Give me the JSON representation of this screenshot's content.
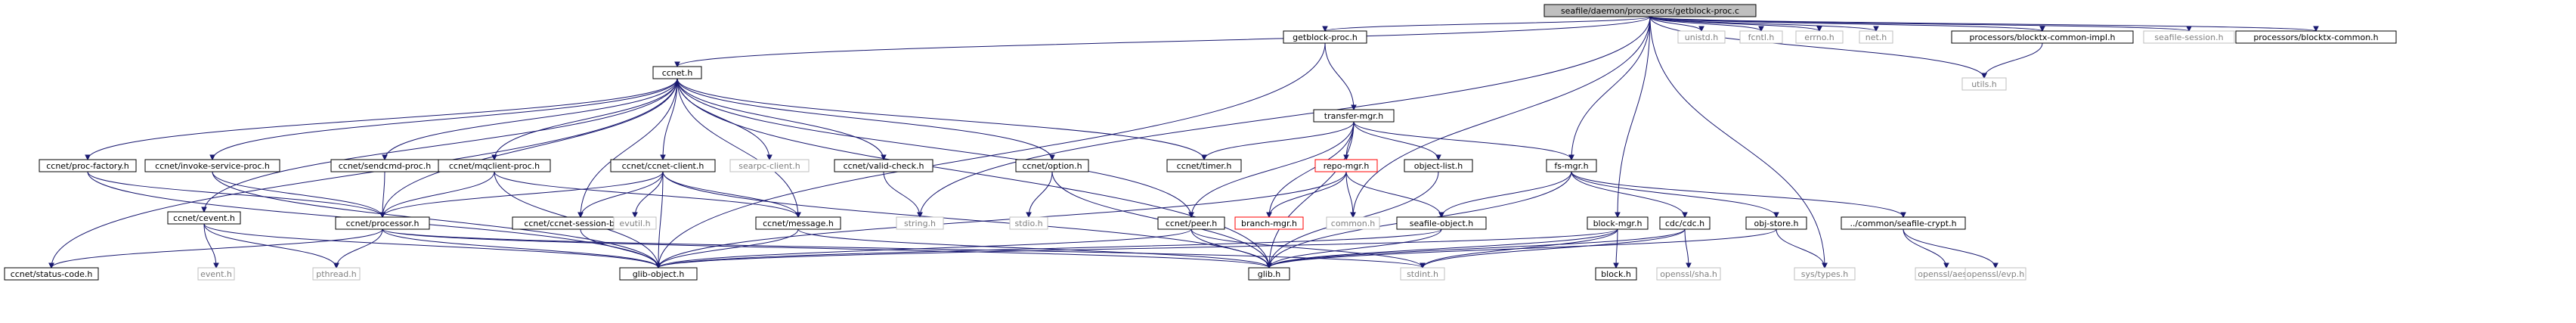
{
  "nodes": [
    {
      "id": "root",
      "label": "seafile/daemon/processors/getblock-proc.c",
      "style": "root"
    },
    {
      "id": "getblock_h",
      "label": "getblock-proc.h",
      "style": "normal"
    },
    {
      "id": "unistd",
      "label": "unistd.h",
      "style": "gray"
    },
    {
      "id": "fcntl",
      "label": "fcntl.h",
      "style": "gray"
    },
    {
      "id": "errno",
      "label": "errno.h",
      "style": "gray"
    },
    {
      "id": "net",
      "label": "net.h",
      "style": "gray"
    },
    {
      "id": "blocktx_impl",
      "label": "processors/blocktx-common-impl.h",
      "style": "normal"
    },
    {
      "id": "seafile_session",
      "label": "seafile-session.h",
      "style": "gray"
    },
    {
      "id": "blocktx_common",
      "label": "processors/blocktx-common.h",
      "style": "normal"
    },
    {
      "id": "utils",
      "label": "utils.h",
      "style": "gray"
    },
    {
      "id": "ccnet",
      "label": "ccnet.h",
      "style": "normal"
    },
    {
      "id": "transfer_mgr",
      "label": "transfer-mgr.h",
      "style": "normal"
    },
    {
      "id": "ccnet_timer",
      "label": "ccnet/timer.h",
      "style": "normal"
    },
    {
      "id": "repo_mgr",
      "label": "repo-mgr.h",
      "style": "red"
    },
    {
      "id": "object_list",
      "label": "object-list.h",
      "style": "normal"
    },
    {
      "id": "fs_mgr",
      "label": "fs-mgr.h",
      "style": "normal"
    },
    {
      "id": "proc_factory",
      "label": "ccnet/proc-factory.h",
      "style": "normal"
    },
    {
      "id": "invoke_proc",
      "label": "ccnet/invoke-service-proc.h",
      "style": "normal"
    },
    {
      "id": "sendcmd",
      "label": "ccnet/sendcmd-proc.h",
      "style": "normal"
    },
    {
      "id": "mqclient",
      "label": "ccnet/mqclient-proc.h",
      "style": "normal"
    },
    {
      "id": "ccnet_client",
      "label": "ccnet/ccnet-client.h",
      "style": "normal"
    },
    {
      "id": "searpc",
      "label": "searpc-client.h",
      "style": "gray"
    },
    {
      "id": "valid_check",
      "label": "ccnet/valid-check.h",
      "style": "normal"
    },
    {
      "id": "option",
      "label": "ccnet/option.h",
      "style": "normal"
    },
    {
      "id": "cevent",
      "label": "ccnet/cevent.h",
      "style": "normal"
    },
    {
      "id": "processor",
      "label": "ccnet/processor.h",
      "style": "normal"
    },
    {
      "id": "session_base",
      "label": "ccnet/ccnet-session-base.h",
      "style": "normal"
    },
    {
      "id": "evutil",
      "label": "evutil.h",
      "style": "gray"
    },
    {
      "id": "message",
      "label": "ccnet/message.h",
      "style": "normal"
    },
    {
      "id": "string",
      "label": "string.h",
      "style": "gray"
    },
    {
      "id": "stdio",
      "label": "stdio.h",
      "style": "gray"
    },
    {
      "id": "peer",
      "label": "ccnet/peer.h",
      "style": "normal"
    },
    {
      "id": "branch_mgr",
      "label": "branch-mgr.h",
      "style": "red"
    },
    {
      "id": "common",
      "label": "common.h",
      "style": "gray"
    },
    {
      "id": "seafile_object",
      "label": "seafile-object.h",
      "style": "normal"
    },
    {
      "id": "block_mgr",
      "label": "block-mgr.h",
      "style": "normal"
    },
    {
      "id": "cdc",
      "label": "cdc/cdc.h",
      "style": "normal"
    },
    {
      "id": "obj_store",
      "label": "obj-store.h",
      "style": "normal"
    },
    {
      "id": "crypt",
      "label": "../common/seafile-crypt.h",
      "style": "normal"
    },
    {
      "id": "status_code",
      "label": "ccnet/status-code.h",
      "style": "normal"
    },
    {
      "id": "event",
      "label": "event.h",
      "style": "gray"
    },
    {
      "id": "pthread",
      "label": "pthread.h",
      "style": "gray"
    },
    {
      "id": "glib_object",
      "label": "glib-object.h",
      "style": "normal"
    },
    {
      "id": "glib",
      "label": "glib.h",
      "style": "normal"
    },
    {
      "id": "stdint",
      "label": "stdint.h",
      "style": "gray"
    },
    {
      "id": "block",
      "label": "block.h",
      "style": "normal"
    },
    {
      "id": "openssl_sha",
      "label": "openssl/sha.h",
      "style": "gray"
    },
    {
      "id": "sys_types",
      "label": "sys/types.h",
      "style": "gray"
    },
    {
      "id": "openssl_aes",
      "label": "openssl/aes.h",
      "style": "gray"
    },
    {
      "id": "openssl_evp",
      "label": "openssl/evp.h",
      "style": "gray"
    }
  ],
  "edges": [
    [
      "root",
      "getblock_h"
    ],
    [
      "root",
      "unistd"
    ],
    [
      "root",
      "fcntl"
    ],
    [
      "root",
      "errno"
    ],
    [
      "root",
      "net"
    ],
    [
      "root",
      "blocktx_impl"
    ],
    [
      "root",
      "seafile_session"
    ],
    [
      "root",
      "blocktx_common"
    ],
    [
      "root",
      "utils"
    ],
    [
      "root",
      "ccnet"
    ],
    [
      "root",
      "fs_mgr"
    ],
    [
      "root",
      "string"
    ],
    [
      "root",
      "common"
    ],
    [
      "root",
      "block_mgr"
    ],
    [
      "root",
      "sys_types"
    ],
    [
      "getblock_h",
      "transfer_mgr"
    ],
    [
      "getblock_h",
      "glib_object"
    ],
    [
      "blocktx_impl",
      "utils"
    ],
    [
      "ccnet",
      "ccnet_timer"
    ],
    [
      "ccnet",
      "proc_factory"
    ],
    [
      "ccnet",
      "invoke_proc"
    ],
    [
      "ccnet",
      "sendcmd"
    ],
    [
      "ccnet",
      "mqclient"
    ],
    [
      "ccnet",
      "ccnet_client"
    ],
    [
      "ccnet",
      "searpc"
    ],
    [
      "ccnet",
      "valid_check"
    ],
    [
      "ccnet",
      "option"
    ],
    [
      "ccnet",
      "cevent"
    ],
    [
      "ccnet",
      "processor"
    ],
    [
      "ccnet",
      "session_base"
    ],
    [
      "ccnet",
      "message"
    ],
    [
      "ccnet",
      "peer"
    ],
    [
      "ccnet",
      "status_code"
    ],
    [
      "ccnet",
      "glib"
    ],
    [
      "transfer_mgr",
      "ccnet_timer"
    ],
    [
      "transfer_mgr",
      "repo_mgr"
    ],
    [
      "transfer_mgr",
      "object_list"
    ],
    [
      "transfer_mgr",
      "fs_mgr"
    ],
    [
      "transfer_mgr",
      "peer"
    ],
    [
      "transfer_mgr",
      "branch_mgr"
    ],
    [
      "transfer_mgr",
      "glib"
    ],
    [
      "repo_mgr",
      "branch_mgr"
    ],
    [
      "repo_mgr",
      "common"
    ],
    [
      "repo_mgr",
      "seafile_object"
    ],
    [
      "repo_mgr",
      "glib_object"
    ],
    [
      "object_list",
      "glib"
    ],
    [
      "fs_mgr",
      "seafile_object"
    ],
    [
      "fs_mgr",
      "cdc"
    ],
    [
      "fs_mgr",
      "obj_store"
    ],
    [
      "fs_mgr",
      "crypt"
    ],
    [
      "fs_mgr",
      "glib"
    ],
    [
      "proc_factory",
      "processor"
    ],
    [
      "proc_factory",
      "glib_object"
    ],
    [
      "invoke_proc",
      "processor"
    ],
    [
      "invoke_proc",
      "glib_object"
    ],
    [
      "sendcmd",
      "processor"
    ],
    [
      "mqclient",
      "processor"
    ],
    [
      "mqclient",
      "message"
    ],
    [
      "mqclient",
      "glib_object"
    ],
    [
      "ccnet_client",
      "processor"
    ],
    [
      "ccnet_client",
      "session_base"
    ],
    [
      "ccnet_client",
      "evutil"
    ],
    [
      "ccnet_client",
      "message"
    ],
    [
      "ccnet_client",
      "glib"
    ],
    [
      "ccnet_client",
      "glib_object"
    ],
    [
      "valid_check",
      "string"
    ],
    [
      "option",
      "stdio"
    ],
    [
      "option",
      "glib"
    ],
    [
      "cevent",
      "event"
    ],
    [
      "cevent",
      "pthread"
    ],
    [
      "cevent",
      "glib_object"
    ],
    [
      "processor",
      "status_code"
    ],
    [
      "processor",
      "pthread"
    ],
    [
      "processor",
      "glib_object"
    ],
    [
      "processor",
      "glib"
    ],
    [
      "processor",
      "stdint"
    ],
    [
      "session_base",
      "glib_object"
    ],
    [
      "message",
      "glib_object"
    ],
    [
      "message",
      "glib"
    ],
    [
      "peer",
      "glib_object"
    ],
    [
      "peer",
      "glib"
    ],
    [
      "peer",
      "stdint"
    ],
    [
      "seafile_object",
      "glib"
    ],
    [
      "seafile_object",
      "glib_object"
    ],
    [
      "block_mgr",
      "glib"
    ],
    [
      "block_mgr",
      "block"
    ],
    [
      "block_mgr",
      "glib_object"
    ],
    [
      "block_mgr",
      "stdint"
    ],
    [
      "cdc",
      "glib"
    ],
    [
      "cdc",
      "stdint"
    ],
    [
      "cdc",
      "openssl_sha"
    ],
    [
      "obj_store",
      "glib"
    ],
    [
      "obj_store",
      "sys_types"
    ],
    [
      "crypt",
      "openssl_aes"
    ],
    [
      "crypt",
      "openssl_evp"
    ]
  ]
}
